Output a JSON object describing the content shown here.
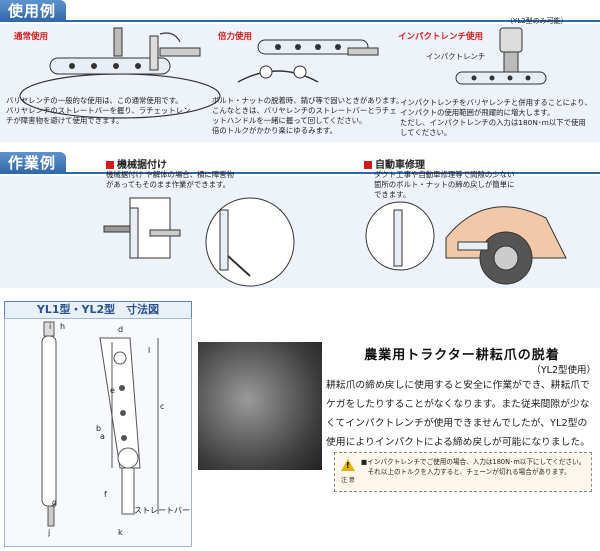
{
  "section1": {
    "title": "使用例",
    "cases": [
      {
        "label": "通常使用",
        "lines": [
          "バリヤレンチの一般的な使用は、この通常使用です。",
          "バリヤレンチのストレートバーを握り、ラチェットレン",
          "チが障害物を避けて使用できます。"
        ]
      },
      {
        "label": "倍力使用",
        "lines": [
          "ボルト・ナットの脱着時、錆び等で固いときがあります。",
          "こんなときは、バリヤレンチのストレートバーとラチェ",
          "ットハンドルを一緒に握って回してください。",
          "倍のトルクがかかり楽にゆるみます。"
        ]
      },
      {
        "label": "インパクトレンチ使用",
        "note": "（YL2型のみ可能）",
        "tool_label": "インパクトレンチ",
        "lines": [
          "インパクトレンチをバリヤレンチと併用することにより、",
          "インパクトの使用範囲が飛躍的に増大します。",
          "ただし、インパクトレンチの入力は180N･m以下で使用",
          "してください。"
        ]
      }
    ]
  },
  "section2": {
    "title": "作業例",
    "cases": [
      {
        "label": "機械据付け",
        "lines": [
          "機械据付け や解体の場合、横に障害物",
          "があってもそのまま作業ができます。"
        ]
      },
      {
        "label": "自動車修理",
        "lines": [
          "ダクト工事や自動車修理等で間隙の少ない",
          "箇所のボルト・ナットの締め戻しが簡単に",
          "できます。"
        ]
      }
    ]
  },
  "dimensions": {
    "title": "YL1型・YL2型　寸法図",
    "labels": [
      "i",
      "h",
      "d",
      "l",
      "e",
      "c",
      "b",
      "a",
      "f",
      "g",
      "j",
      "k"
    ],
    "straight_bar_label": "ストレートバー"
  },
  "tractor": {
    "title": "農業用トラクター耕耘爪の脱着",
    "subtitle": "（YL2型使用）",
    "lines": [
      "耕耘爪の締め戻しに使用すると安全に作業ができ、耕耘爪で",
      "ケガをしたりすることがなくなります。また従来間隙が少な",
      "くてインパクトレンチが使用できませんでしたが、YL2型の",
      "使用によりインパクトによる締め戻しが可能になりました。"
    ]
  },
  "caution": {
    "mark": "!",
    "word": "注 意",
    "lines": [
      "■インパクトレンチでご使用の場合、入力は180N･m以下にしてください。",
      "　それ以上のトルクを入力すると、チェーンが切れる場合があります。"
    ]
  }
}
